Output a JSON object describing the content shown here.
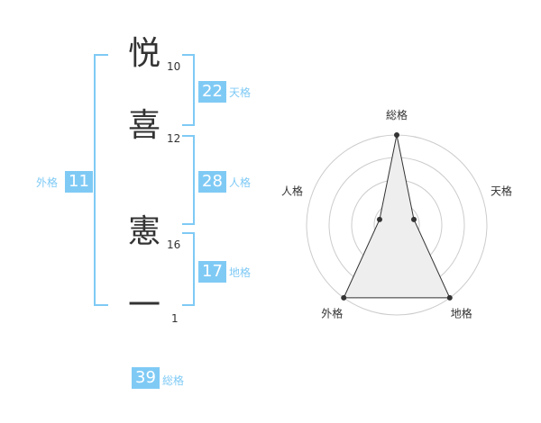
{
  "name": {
    "chars": [
      {
        "char": "悦",
        "strokes": "10"
      },
      {
        "char": "喜",
        "strokes": "12"
      },
      {
        "char": "憲",
        "strokes": "16"
      },
      {
        "char": "一",
        "strokes": "1"
      }
    ]
  },
  "fortune": {
    "tenkaku": {
      "value": "22",
      "label": "天格"
    },
    "jinkaku": {
      "value": "28",
      "label": "人格"
    },
    "chikaku": {
      "value": "17",
      "label": "地格"
    },
    "gaikaku": {
      "value": "11",
      "label": "外格"
    },
    "soukaku": {
      "value": "39",
      "label": "総格"
    }
  },
  "colors": {
    "accent": "#7fcaf5",
    "text": "#333333",
    "grid": "#cccccc",
    "area": "#eeeeee"
  },
  "chart_data": {
    "type": "radar",
    "axes": [
      "総格",
      "天格",
      "地格",
      "外格",
      "人格"
    ],
    "levels": 4,
    "values": [
      1.0,
      0.2,
      1.0,
      1.0,
      0.2
    ],
    "grid": true
  }
}
